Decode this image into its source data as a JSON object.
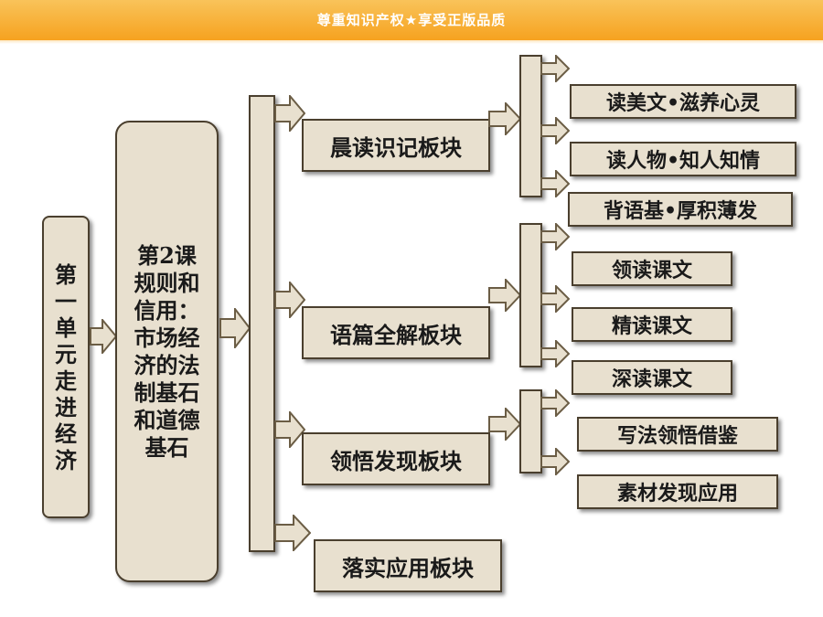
{
  "header": {
    "slogan": "尊重知识产权★享受正版品质"
  },
  "colors": {
    "box_fill": "#e8e0cf",
    "box_border": "#4a3f2e",
    "header_orange": "#f6a21f"
  },
  "unit": {
    "label": "第一单元走进经济"
  },
  "lesson": {
    "label": "第2课规则和信用：市场经济的法制基石和道德基石"
  },
  "modules": [
    {
      "label": "晨读识记板块",
      "items": [
        "读美文•滋养心灵",
        "读人物•知人知情",
        "背语基•厚积薄发"
      ]
    },
    {
      "label": "语篇全解板块",
      "items": [
        "领读课文",
        "精读课文",
        "深读课文"
      ]
    },
    {
      "label": "领悟发现板块",
      "items": [
        "写法领悟借鉴",
        "素材发现应用"
      ]
    },
    {
      "label": "落实应用板块",
      "items": []
    }
  ]
}
